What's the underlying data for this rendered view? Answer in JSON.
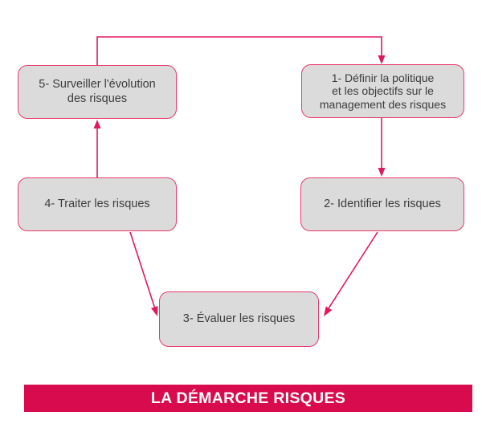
{
  "diagram": {
    "title": "LA DÉMARCHE RISQUES",
    "nodes": [
      {
        "id": "1",
        "lines": [
          "1- Définir la politique",
          "et les objectifs sur le",
          "management des risques"
        ]
      },
      {
        "id": "2",
        "lines": [
          "2- Identifier les risques"
        ]
      },
      {
        "id": "3",
        "lines": [
          "3- Évaluer les risques"
        ]
      },
      {
        "id": "4",
        "lines": [
          "4- Traiter les risques"
        ]
      },
      {
        "id": "5",
        "lines": [
          "5- Surveiller l'évolution",
          "des risques"
        ]
      }
    ],
    "edges": [
      {
        "from": "5",
        "to": "1"
      },
      {
        "from": "1",
        "to": "2"
      },
      {
        "from": "2",
        "to": "3"
      },
      {
        "from": "4",
        "to": "3"
      },
      {
        "from": "4",
        "to": "5"
      }
    ]
  },
  "colors": {
    "banner_bg": "#d90b4f",
    "banner_text": "#ffffff",
    "box_border": "#ea3a6d",
    "arrow": "#e3175c",
    "box_fill": "#dbdbdb",
    "box_text": "#3c3c3c",
    "page_bg": "#ffffff"
  }
}
